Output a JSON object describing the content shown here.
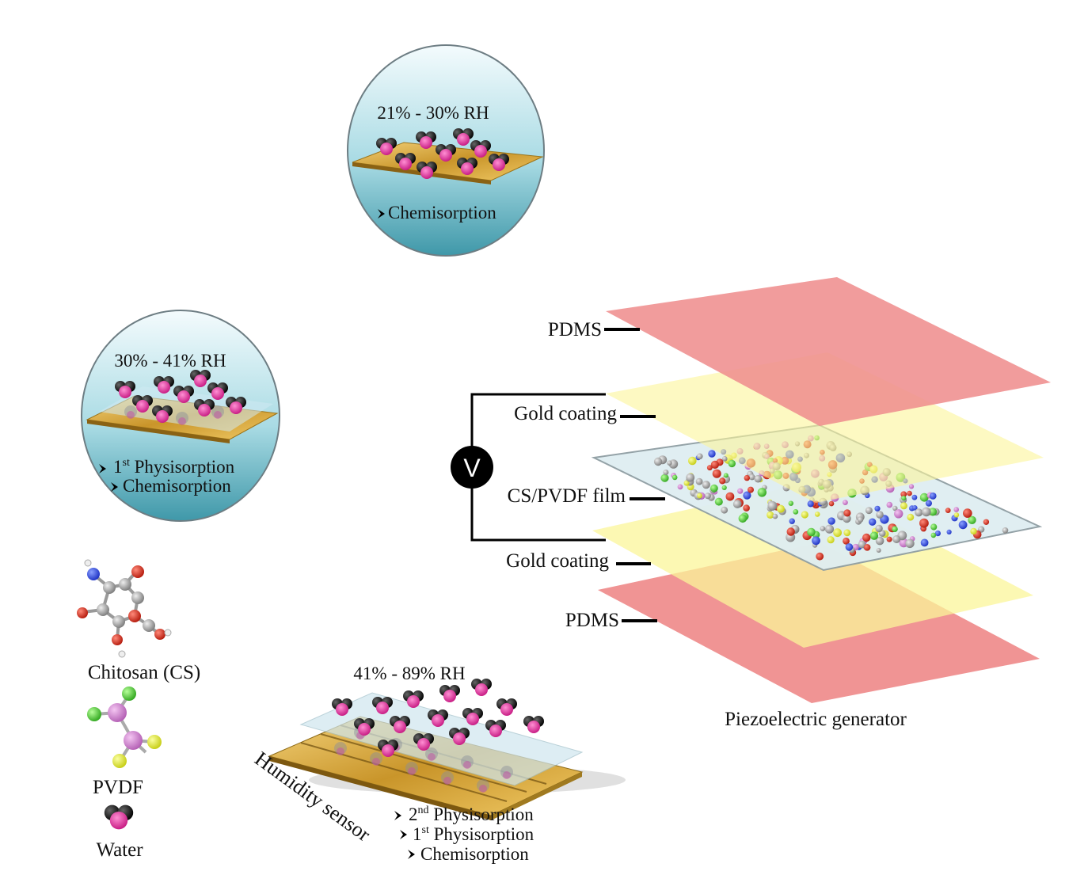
{
  "circles": {
    "low": {
      "range": "21% - 30% RH",
      "stages": [
        "Chemisorption"
      ]
    },
    "mid": {
      "range": "30% - 41% RH",
      "stages_prefix": "1",
      "stages_sup": "st",
      "stages_rest": " Physisorption",
      "stages2": "Chemisorption"
    }
  },
  "sensor": {
    "range": "41% - 89% RH",
    "label": "Humidity sensor",
    "line1_num": "2",
    "line1_sup": "nd",
    "line1_rest": " Physisorption",
    "line2_num": "1",
    "line2_sup": "st",
    "line2_rest": " Physisorption",
    "line3": "Chemisorption"
  },
  "legend": {
    "chitosan": "Chitosan (CS)",
    "pvdf": "PVDF",
    "water": "Water"
  },
  "generator": {
    "layers": {
      "pdms_top": "PDMS",
      "gold_top": "Gold coating",
      "film": "CS/PVDF film",
      "gold_bottom": "Gold coating",
      "pdms_bottom": "PDMS"
    },
    "voltmeter": "V",
    "caption": "Piezoelectric generator"
  },
  "colors": {
    "pdms": "#ef8e8e",
    "gold": "#fbf59a",
    "film": "#dfeef2",
    "water_pink": "#e0259a",
    "circle_top": "#f2fbfd",
    "circle_bottom": "#4ea3b3",
    "sensor_gold": "#d9a531"
  }
}
